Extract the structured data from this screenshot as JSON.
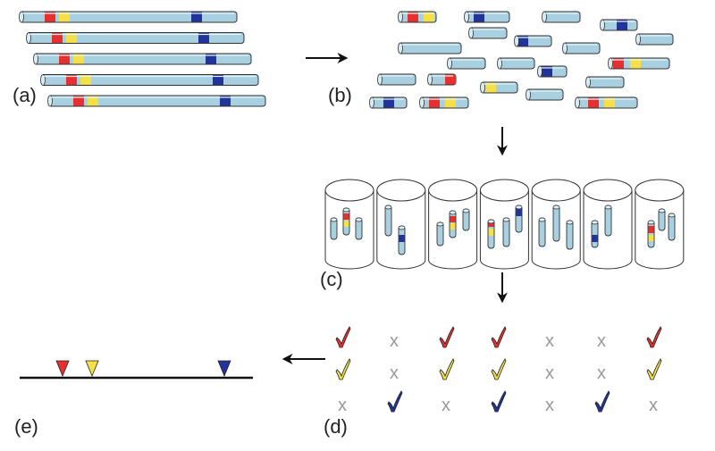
{
  "colors": {
    "fragment": "#a8d0e0",
    "fragment_edge": "#333333",
    "marker_red": "#e53030",
    "marker_yellow": "#f5e04a",
    "marker_blue": "#22339a",
    "x_mark": "#9a9a9a",
    "line": "#111111"
  },
  "panels": {
    "a": {
      "label": "(a)"
    },
    "b": {
      "label": "(b)"
    },
    "c": {
      "label": "(c)"
    },
    "d": {
      "label": "(d)"
    },
    "e": {
      "label": "(e)"
    }
  },
  "markers": [
    "red",
    "yellow",
    "blue"
  ],
  "hybrid_panel": {
    "clones": 7,
    "results": {
      "red": [
        true,
        false,
        true,
        true,
        false,
        false,
        true
      ],
      "yellow": [
        true,
        false,
        true,
        true,
        false,
        false,
        true
      ],
      "blue": [
        false,
        true,
        false,
        true,
        false,
        true,
        false
      ]
    },
    "x_symbol": "x"
  },
  "map_order": [
    "red",
    "yellow",
    "blue"
  ]
}
